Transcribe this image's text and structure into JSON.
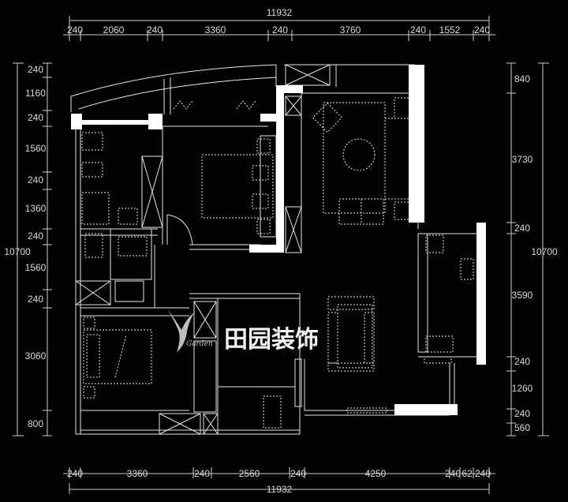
{
  "dimensions": {
    "top_total": "11932",
    "top_segments": [
      "240",
      "2060",
      "240",
      "3360",
      "240",
      "3760",
      "240",
      "1552",
      "240"
    ],
    "bottom_total": "11932",
    "bottom_segments": [
      "240",
      "3360",
      "240",
      "2560",
      "240",
      "4250",
      "240",
      "62",
      "240"
    ],
    "left_total": "10700",
    "left_segments": [
      "240",
      "1160",
      "240",
      "1560",
      "240",
      "1360",
      "240",
      "1560",
      "240",
      "3060",
      "800"
    ],
    "right_total": "10700",
    "right_segments": [
      "840",
      "3730",
      "240",
      "3590",
      "240",
      "1260",
      "240",
      "560"
    ]
  },
  "logo": {
    "brand_text": "田园装饰",
    "script_text": "Garden"
  }
}
